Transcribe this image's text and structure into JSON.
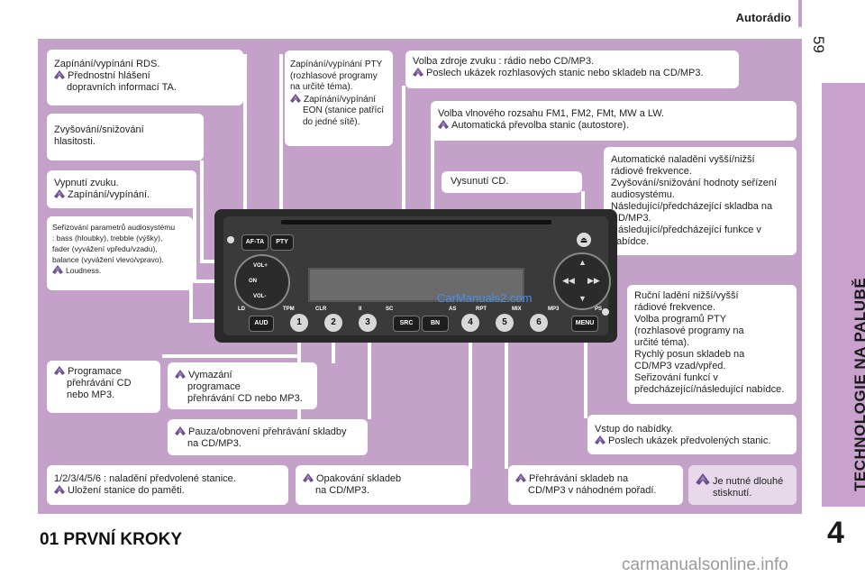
{
  "header": {
    "title": "Autorádio",
    "page_number": "59"
  },
  "side_tab": {
    "label": "TECHNOLOGIE NA PALUBĚ",
    "chapter": "4"
  },
  "callouts": {
    "rds": {
      "line1": "Zapínání/vypínání RDS.",
      "line2": "Přednostní hlášení",
      "line3": "dopravních informací TA."
    },
    "volume": {
      "line1": "Zvyšování/snižování",
      "line2": "hlasitosti."
    },
    "mute": {
      "line1": "Vypnutí zvuku.",
      "line2": "Zapínání/vypínání."
    },
    "audio": {
      "line1": "Seřizování parametrů audiosystému",
      "line2": ": bass (hloubky), trebble (výšky),",
      "line3": "fader (vyvážení vpředu/vzadu),",
      "line4": "balance (vyvážení vlevo/vpravo).",
      "line5": "Loudness."
    },
    "pty": {
      "line1": "Zapínání/vypínání PTY",
      "line2": "(rozhlasové programy",
      "line3": "na určité téma).",
      "line4": "Zapínání/vypínání",
      "line5": "EON (stanice patřící",
      "line6": "do jedné sítě)."
    },
    "source": {
      "line1": "Volba zdroje zvuku : rádio nebo CD/MP3.",
      "line2": "Poslech ukázek rozhlasových stanic nebo skladeb na CD/MP3."
    },
    "band": {
      "line1": "Volba vlnového rozsahu FM1, FM2, FMt, MW a LW.",
      "line2": "Automatická převolba stanic (autostore)."
    },
    "eject": {
      "line1": "Vysunutí CD."
    },
    "auto_tune": {
      "line1": "Automatické naladění vyšší/nižší",
      "line2": "rádiové frekvence.",
      "line3": "Zvyšování/snižování hodnoty seřízení",
      "line4": "audiosystému.",
      "line5": "Následující/předcházející skladba na",
      "line6": "CD/MP3.",
      "line7": "Následující/předcházející funkce v",
      "line8": "nabídce."
    },
    "manual_tune": {
      "line1": "Ruční ladění nižší/vyšší",
      "line2": "rádiové frekvence.",
      "line3": "Volba programů PTY",
      "line4": "(rozhlasové programy na",
      "line5": "určité téma).",
      "line6": "Rychlý posun skladeb na",
      "line7": "CD/MP3 vzad/vpřed.",
      "line8": "Seřizování funkcí v",
      "line9": "předcházející/následující nabídce."
    },
    "program": {
      "line1": "Programace",
      "line2": "přehrávání CD",
      "line3": "nebo MP3."
    },
    "clear": {
      "line1": "Vymazání",
      "line2": "programace",
      "line3": "přehrávání CD nebo MP3."
    },
    "pause": {
      "line1": "Pauza/obnovení přehrávání skladby",
      "line2": "na CD/MP3."
    },
    "menu": {
      "line1": "Vstup do nabídky.",
      "line2": "Poslech ukázek předvolených stanic."
    },
    "presets": {
      "line1": "1/2/3/4/5/6 : naladění předvolené stanice.",
      "line2": "Uložení stanice do paměti."
    },
    "repeat": {
      "line1": "Opakování skladeb",
      "line2": "na CD/MP3."
    },
    "random": {
      "line1": "Přehrávání skladeb na",
      "line2": "CD/MP3 v náhodném pořadí."
    },
    "note": {
      "line1": "Je nutné dlouhé",
      "line2": "stisknutí."
    }
  },
  "radio": {
    "buttons": {
      "afta": "AF-TA",
      "pty": "PTY",
      "src": "SRC",
      "bn": "BN",
      "aud": "AUD",
      "menu": "MENU"
    },
    "labels": {
      "ld": "LD",
      "tpm": "TPM",
      "clr": "CLR",
      "pause": "II",
      "sc": "SC",
      "as": "AS",
      "rpt": "RPT",
      "mix": "MIX",
      "mp3": "MP3",
      "ps": "PS",
      "volp": "VOL+",
      "on": "ON",
      "volm": "VOL-"
    },
    "presets": [
      "1",
      "2",
      "3",
      "4",
      "5",
      "6"
    ]
  },
  "watermark": "CarManuals2.com",
  "footer": {
    "section_title": "01 PRVNÍ KROKY",
    "site": "carmanualsonline.info"
  },
  "colors": {
    "panel": "#c3a1c9",
    "tab": "#c8a2cd",
    "note_box": "#e7d9ea",
    "icon": "#7b5a9a"
  }
}
